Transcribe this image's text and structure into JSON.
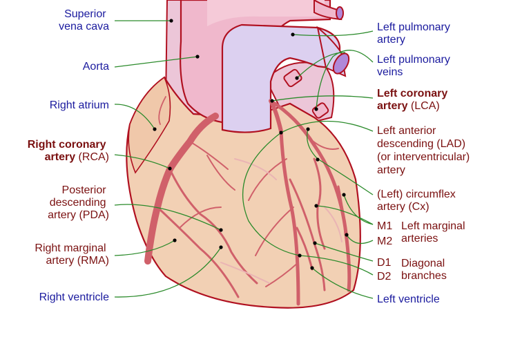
{
  "diagram": {
    "colors": {
      "myocardium": "#f2d0b4",
      "vessel_pink": "#f0b8cc",
      "pulmonary_lavender": "#dcd0f0",
      "coronary_red": "#d0606a",
      "outline": "#b01020",
      "leader_line": "#2a8a2a",
      "venous_label": "#1a1a9e",
      "arterial_label": "#7a1010"
    },
    "labels": {
      "svc": [
        "Superior",
        "vena cava"
      ],
      "aorta": [
        "Aorta"
      ],
      "right_atrium": [
        "Right atrium"
      ],
      "rca": {
        "bold1": "Right coronary",
        "bold2": "artery",
        "plain2": " (RCA)"
      },
      "pda": [
        "Posterior",
        "descending",
        "artery (PDA)"
      ],
      "rma": [
        "Right marginal",
        "artery (RMA)"
      ],
      "right_ventricle": [
        "Right ventricle"
      ],
      "lpa": [
        "Left pulmonary",
        "artery"
      ],
      "lpv": [
        "Left pulmonary",
        "veins"
      ],
      "lca": {
        "bold1": "Left coronary",
        "bold2": "artery",
        "plain2": " (LCA)"
      },
      "lad": [
        "Left anterior",
        "descending (LAD)",
        "(or interventricular)",
        "artery"
      ],
      "cx": [
        "(Left) circumflex",
        "artery (Cx)"
      ],
      "m1": "M1",
      "m2": "M2",
      "marginal": [
        "Left marginal",
        "arteries"
      ],
      "d1": "D1",
      "d2": "D2",
      "diagonal": [
        "Diagonal",
        "branches"
      ],
      "left_ventricle": [
        "Left ventricle"
      ]
    }
  }
}
